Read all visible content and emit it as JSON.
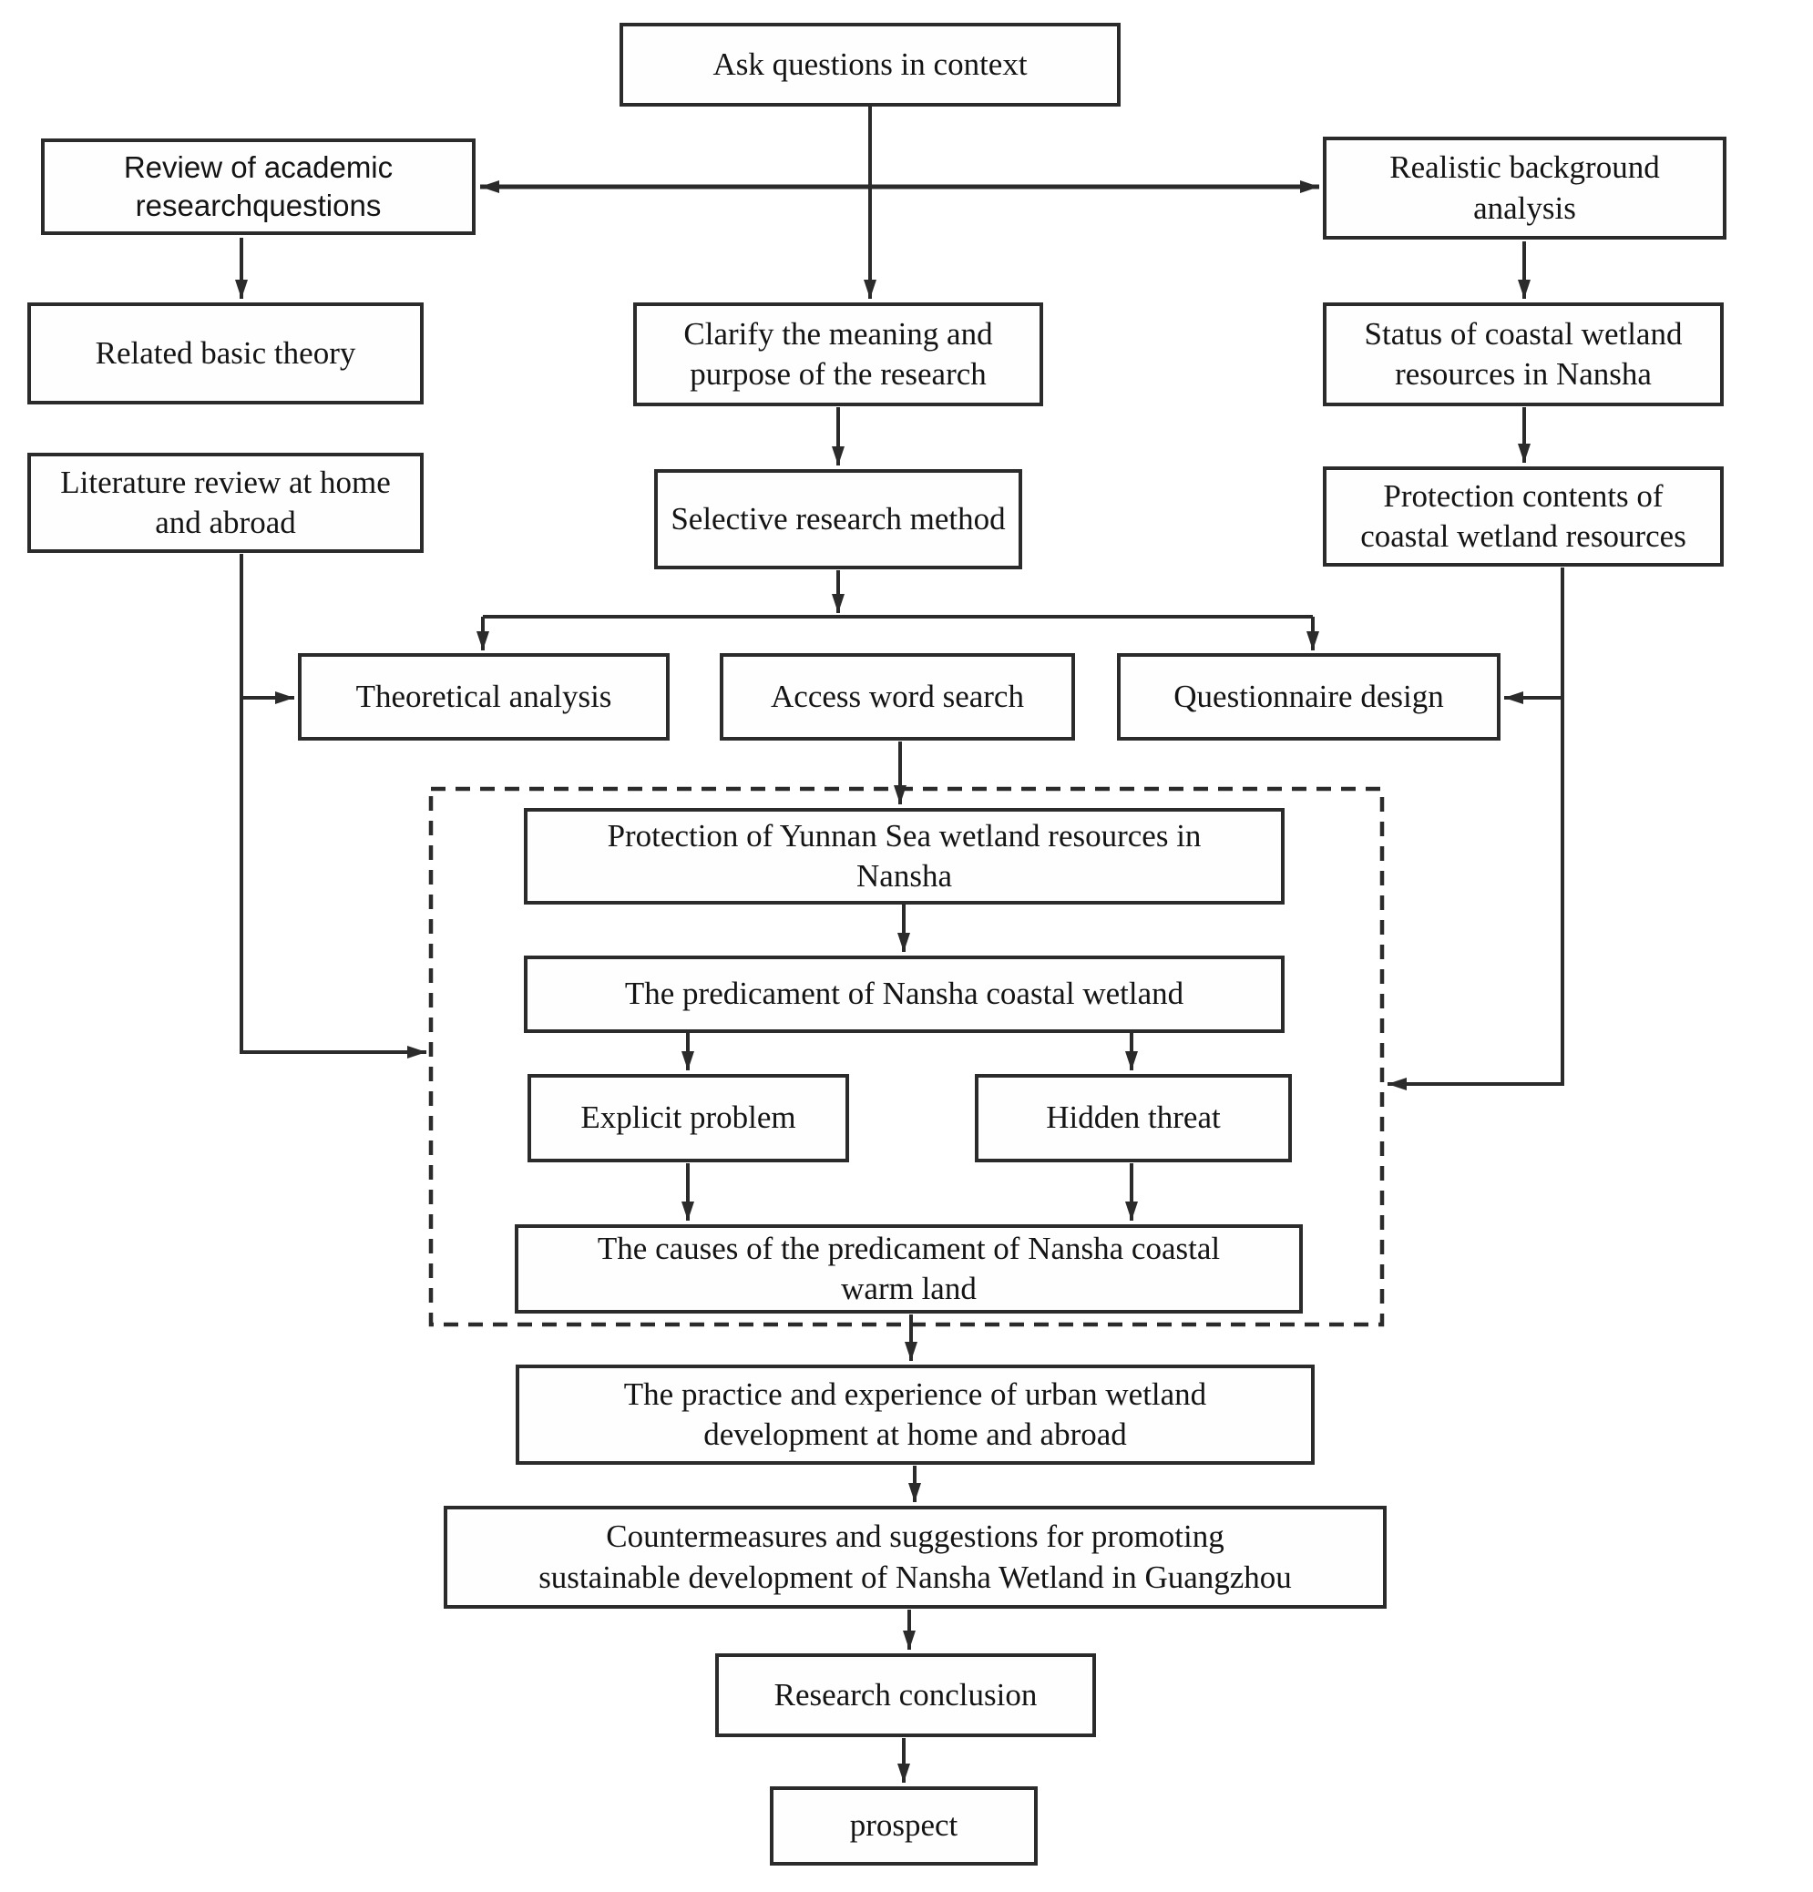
{
  "figure": {
    "background_color": "#ffffff",
    "line_color": "#2b2b2b",
    "box_border_color": "#2b2b2b",
    "text_color": "#141414",
    "dashed_region": {
      "style": "dashed-border",
      "contains": [
        "yunnan",
        "predicament",
        "explicit",
        "hidden",
        "causes"
      ]
    }
  },
  "nodes": {
    "ask": {
      "lines": [
        "Ask questions in context"
      ]
    },
    "review": {
      "lines": [
        "Review of academic",
        "researchquestions"
      ]
    },
    "realistic": {
      "lines": [
        "Realistic background",
        "analysis"
      ]
    },
    "related": {
      "lines": [
        "Related basic theory"
      ]
    },
    "clarify": {
      "lines": [
        "Clarify the meaning and",
        "purpose of the research"
      ]
    },
    "status": {
      "lines": [
        "Status of coastal wetland",
        "resources in Nansha"
      ]
    },
    "literature": {
      "lines": [
        "Literature review at home",
        "and abroad"
      ]
    },
    "selective": {
      "lines": [
        "Selective research method"
      ]
    },
    "protection": {
      "lines": [
        "Protection contents of",
        "coastal wetland resources"
      ]
    },
    "theoretical": {
      "lines": [
        "Theoretical analysis"
      ]
    },
    "access": {
      "lines": [
        "Access word search"
      ]
    },
    "questionnaire": {
      "lines": [
        "Questionnaire design"
      ]
    },
    "yunnan": {
      "lines": [
        "Protection of Yunnan Sea wetland resources in",
        "Nansha"
      ]
    },
    "predicament": {
      "lines": [
        "The predicament of Nansha coastal wetland"
      ]
    },
    "explicit": {
      "lines": [
        "Explicit problem"
      ]
    },
    "hidden": {
      "lines": [
        "Hidden threat"
      ]
    },
    "causes": {
      "lines": [
        "The causes of the predicament of Nansha coastal",
        "warm land"
      ]
    },
    "practice": {
      "lines": [
        "The practice and experience of urban wetland",
        "development at home and abroad"
      ]
    },
    "countermeasures": {
      "lines": [
        "Countermeasures and suggestions for promoting",
        "sustainable development of Nansha Wetland in Guangzhou"
      ]
    },
    "research": {
      "lines": [
        "Research conclusion"
      ]
    },
    "prospect": {
      "lines": [
        "prospect"
      ]
    }
  },
  "edges": [
    {
      "from": "ask",
      "to": "review"
    },
    {
      "from": "ask",
      "to": "realistic"
    },
    {
      "from": "ask",
      "to": "clarify"
    },
    {
      "from": "review",
      "to": "related"
    },
    {
      "from": "related",
      "to": "literature"
    },
    {
      "from": "realistic",
      "to": "status"
    },
    {
      "from": "status",
      "to": "protection"
    },
    {
      "from": "clarify",
      "to": "selective"
    },
    {
      "from": "selective",
      "to": "theoretical"
    },
    {
      "from": "selective",
      "to": "access"
    },
    {
      "from": "selective",
      "to": "questionnaire"
    },
    {
      "from": "literature",
      "to": "theoretical"
    },
    {
      "from": "protection",
      "to": "questionnaire"
    },
    {
      "from": "literature",
      "to": "dashed_region"
    },
    {
      "from": "protection",
      "to": "dashed_region"
    },
    {
      "from": "access",
      "to": "yunnan"
    },
    {
      "from": "yunnan",
      "to": "predicament"
    },
    {
      "from": "predicament",
      "to": "explicit"
    },
    {
      "from": "predicament",
      "to": "hidden"
    },
    {
      "from": "explicit",
      "to": "causes"
    },
    {
      "from": "hidden",
      "to": "causes"
    },
    {
      "from": "causes",
      "to": "practice"
    },
    {
      "from": "practice",
      "to": "countermeasures"
    },
    {
      "from": "countermeasures",
      "to": "research"
    },
    {
      "from": "research",
      "to": "prospect"
    }
  ]
}
